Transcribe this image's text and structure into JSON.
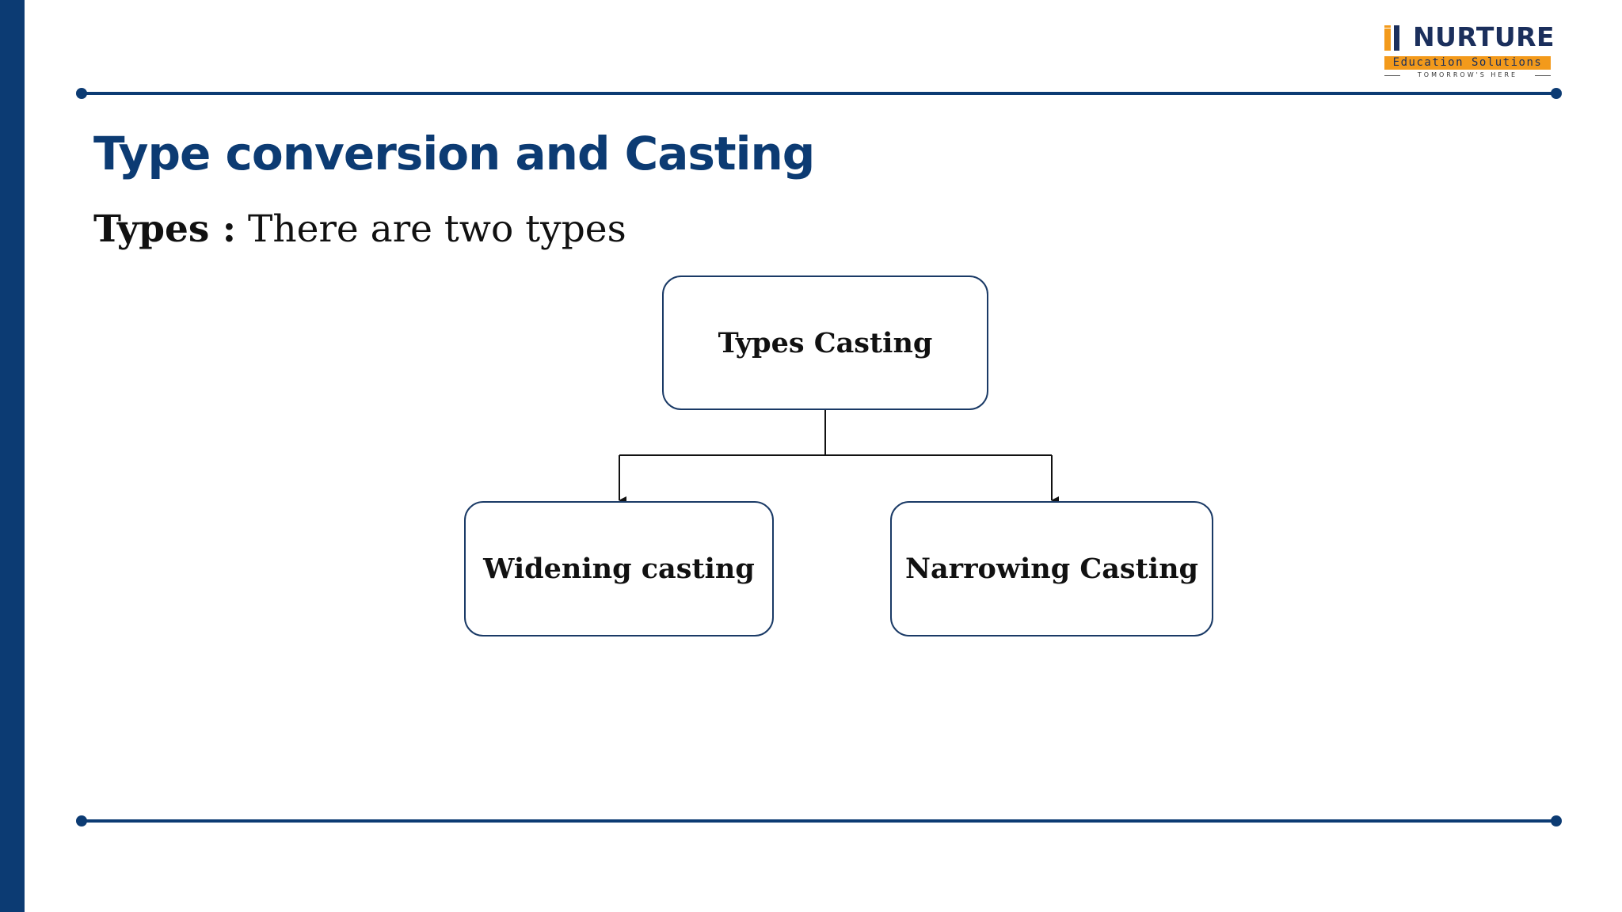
{
  "slide": {
    "title": "Type conversion and Casting",
    "intro_bold": "Types :",
    "intro_text": "There are two types"
  },
  "logo": {
    "word": "NURTURE",
    "subtitle": "Education Solutions",
    "tagline": "TOMORROW'S HERE"
  },
  "diagram": {
    "root": "Types Casting",
    "children": [
      "Widening casting",
      "Narrowing Casting"
    ]
  },
  "colors": {
    "brand_blue": "#0c3b73",
    "logo_orange": "#f39a1b",
    "node_border": "#1a3a66"
  }
}
